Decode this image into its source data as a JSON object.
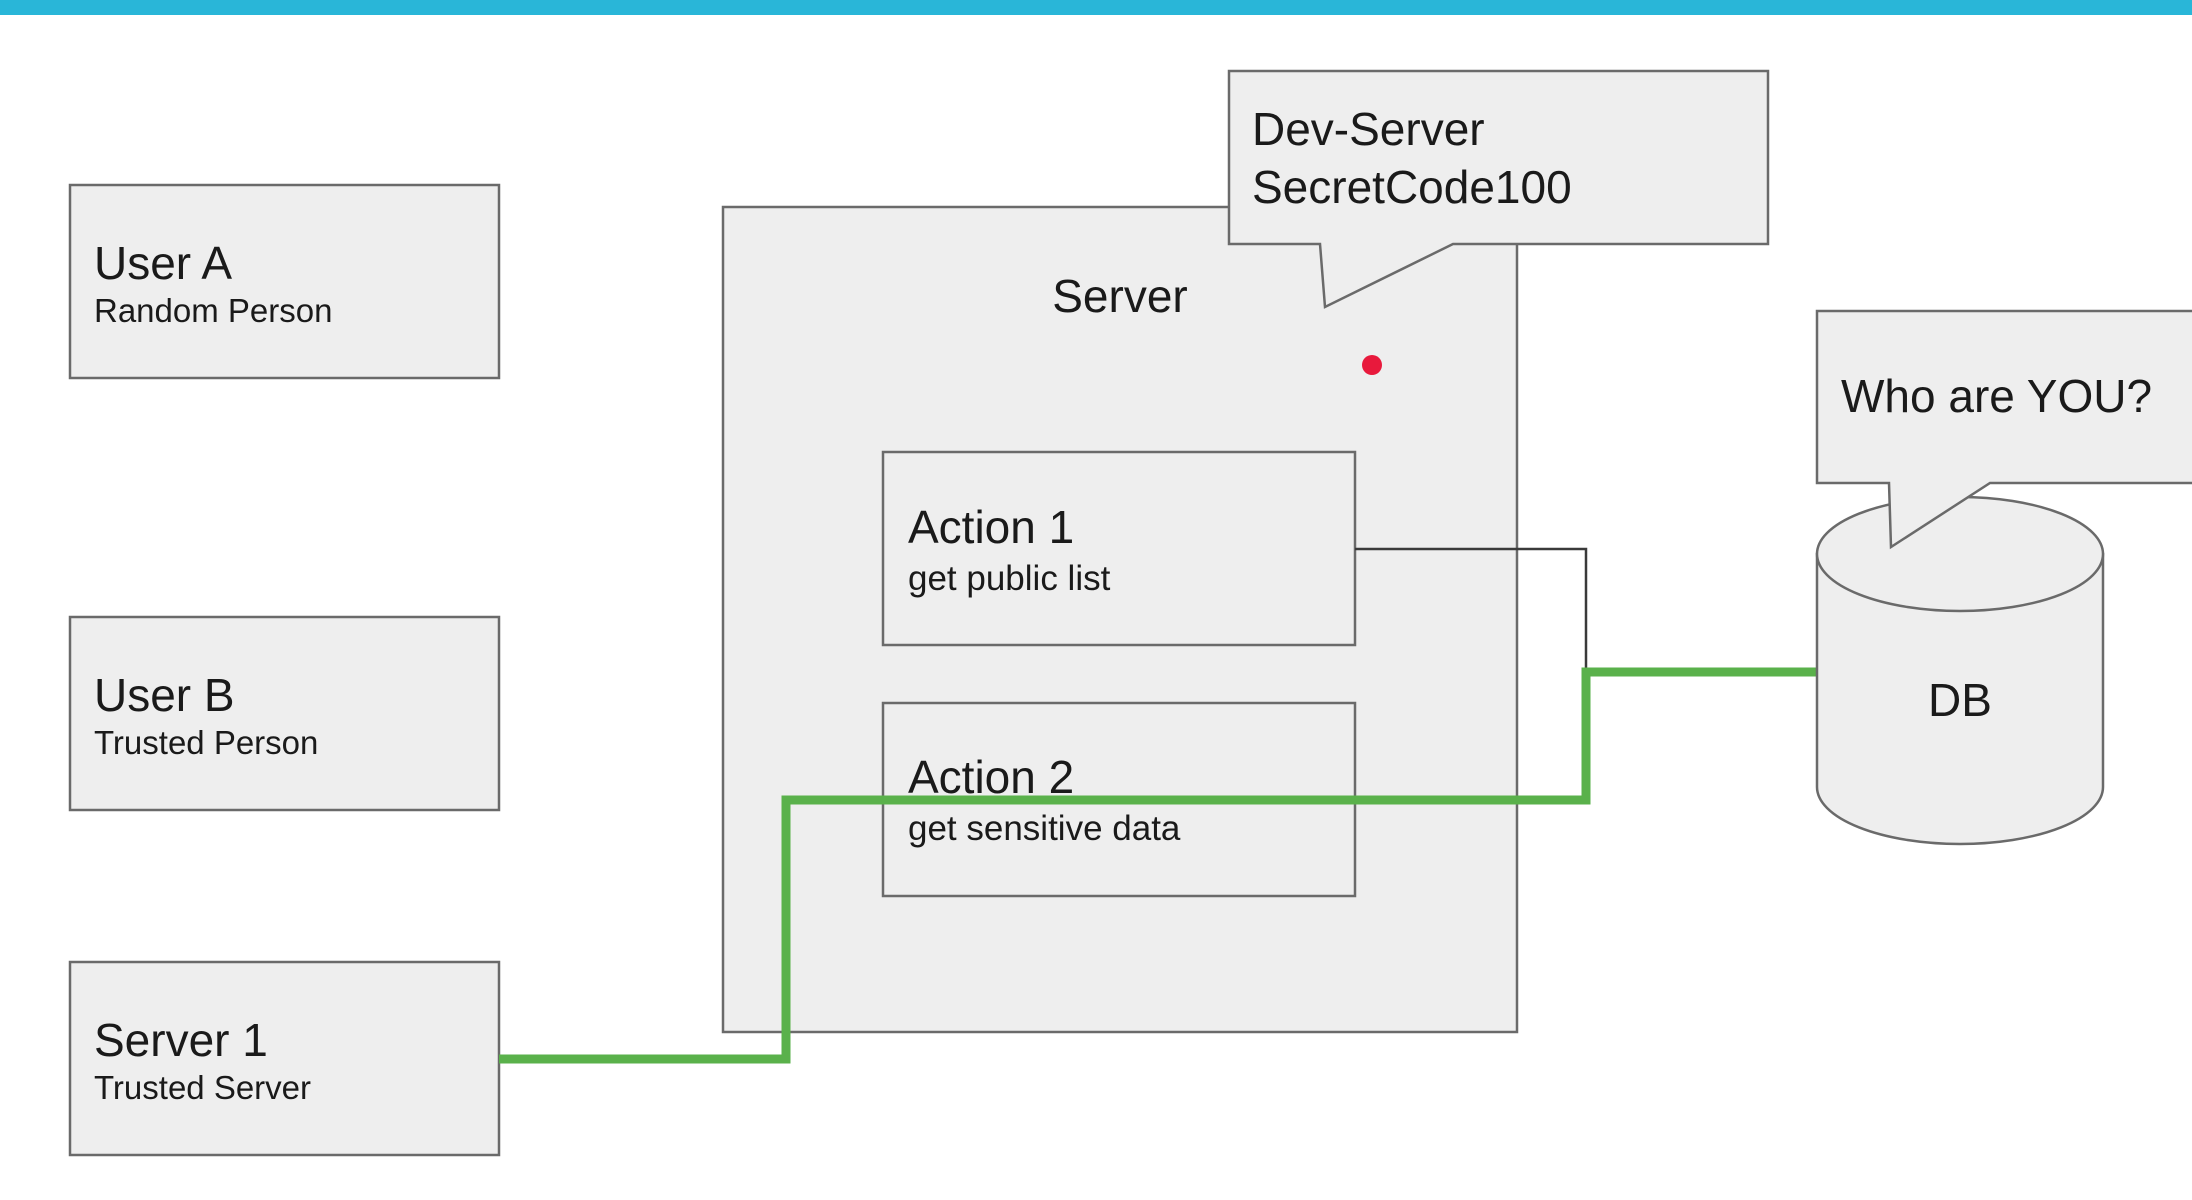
{
  "colors": {
    "top_bar": "#29b6d8",
    "box_fill": "#eeeeee",
    "box_stroke": "#6a6a6a",
    "connector_green": "#5ab14b",
    "connector_dark": "#3a3a3a",
    "marker_dot": "#e8193c"
  },
  "actors": {
    "user_a": {
      "title": "User A",
      "subtitle": "Random Person"
    },
    "user_b": {
      "title": "User B",
      "subtitle": "Trusted Person"
    },
    "server_1": {
      "title": "Server 1",
      "subtitle": "Trusted Server"
    }
  },
  "server": {
    "title": "Server",
    "action_1": {
      "title": "Action 1",
      "subtitle": "get public list"
    },
    "action_2": {
      "title": "Action 2",
      "subtitle": "get sensitive data"
    }
  },
  "callouts": {
    "dev_server": {
      "line1": "Dev-Server",
      "line2": "SecretCode100"
    },
    "db_question": {
      "text": "Who are YOU?"
    }
  },
  "database": {
    "label": "DB"
  }
}
